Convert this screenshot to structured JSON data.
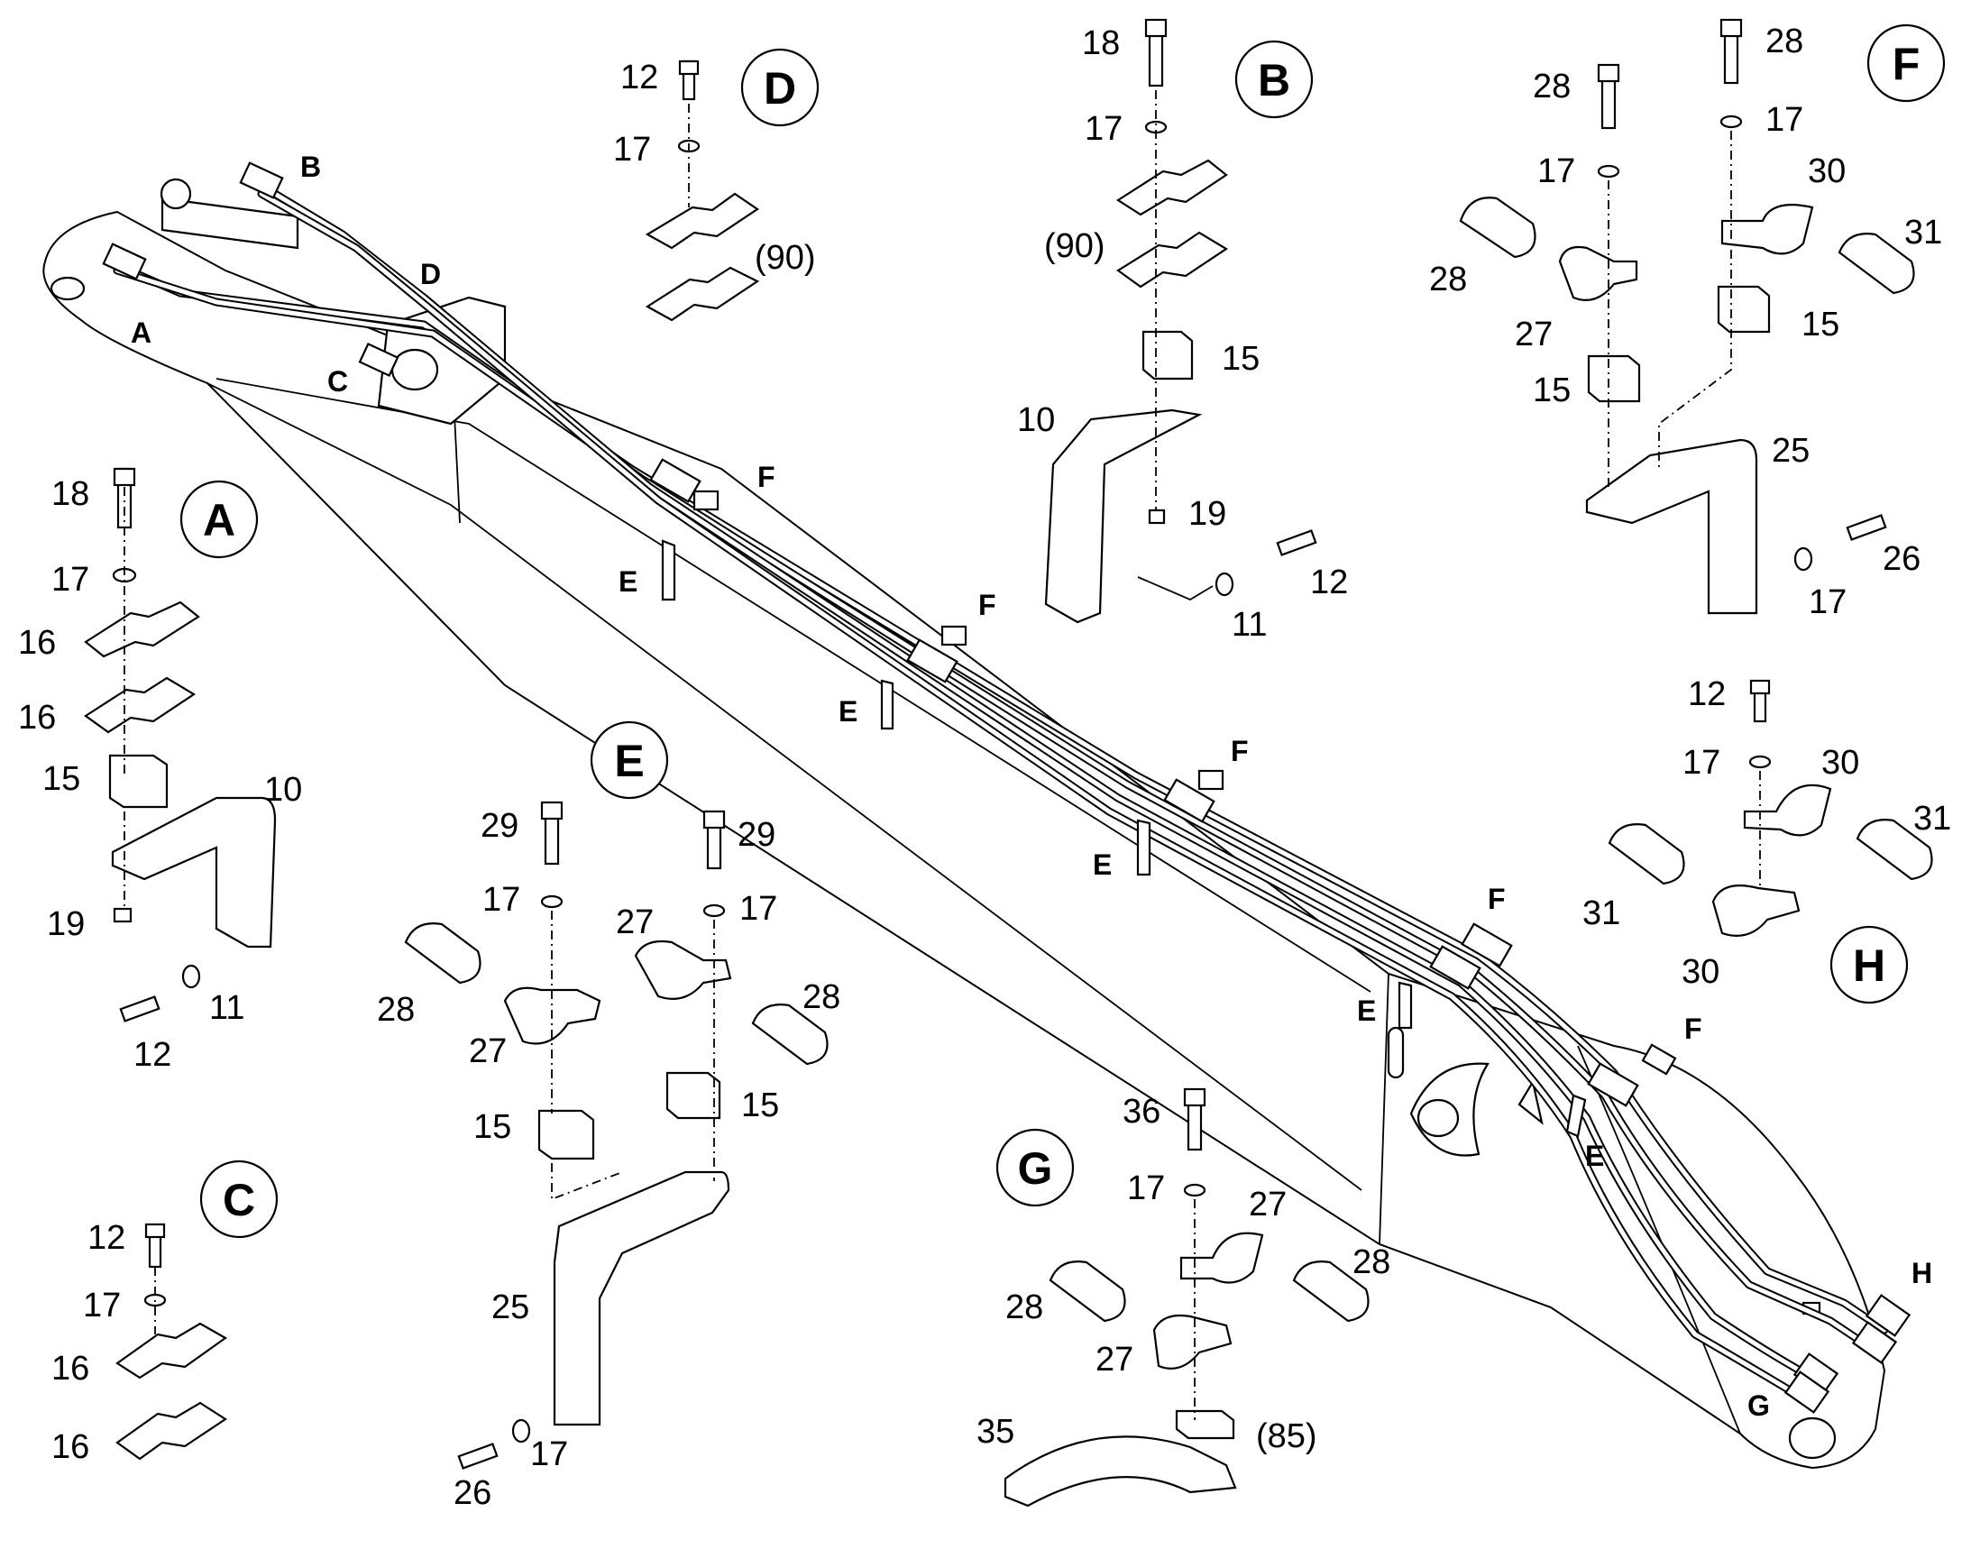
{
  "diagram": {
    "main_letters": {
      "A": "A",
      "B": "B",
      "C": "C",
      "D": "D",
      "E1": "E",
      "E2": "E",
      "E3": "E",
      "E4": "E",
      "E5": "E",
      "F1": "F",
      "F2": "F",
      "F3": "F",
      "F4": "F",
      "F5": "F",
      "G": "G",
      "H": "H"
    },
    "details": [
      {
        "id": "A",
        "letter": "A",
        "callouts": [
          "18",
          "17",
          "16",
          "16",
          "15",
          "10",
          "19",
          "11",
          "12"
        ]
      },
      {
        "id": "B",
        "letter": "B",
        "callouts": [
          "18",
          "17",
          "(90)",
          "15",
          "10",
          "19",
          "12",
          "11"
        ]
      },
      {
        "id": "C",
        "letter": "C",
        "callouts": [
          "12",
          "17",
          "16",
          "16"
        ]
      },
      {
        "id": "D",
        "letter": "D",
        "callouts": [
          "12",
          "17",
          "(90)"
        ]
      },
      {
        "id": "E",
        "letter": "E",
        "callouts": [
          "29",
          "17",
          "29",
          "17",
          "27",
          "28",
          "27",
          "28",
          "15",
          "15",
          "25",
          "26",
          "17"
        ]
      },
      {
        "id": "F",
        "letter": "F",
        "callouts": [
          "28",
          "28",
          "17",
          "17",
          "30",
          "31",
          "28",
          "27",
          "15",
          "15",
          "25",
          "26",
          "17"
        ]
      },
      {
        "id": "G",
        "letter": "G",
        "callouts": [
          "36",
          "17",
          "27",
          "28",
          "28",
          "27",
          "35",
          "(85)"
        ]
      },
      {
        "id": "H",
        "letter": "H",
        "callouts": [
          "12",
          "17",
          "30",
          "31",
          "31",
          "30"
        ]
      }
    ]
  }
}
